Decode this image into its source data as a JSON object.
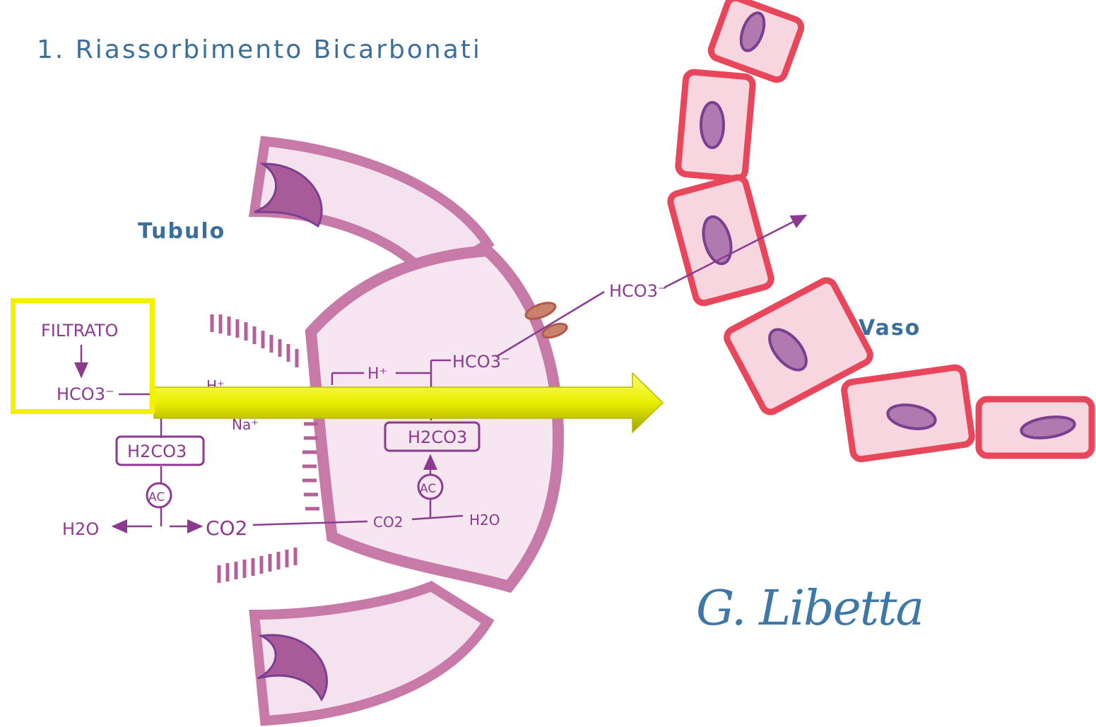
{
  "title": "1. Riassorbimento Bicarbonati",
  "labels": {
    "tubulo": "Tubulo",
    "vaso": "Vaso",
    "filtrato": "FILTRATO",
    "hco3_lumen": "HCO3⁻",
    "h2co3_lumen": "H2CO3",
    "ac_lumen": "AC",
    "h2o_lumen": "H2O",
    "co2_lumen": "CO2",
    "h_plus_lumen": "H⁺",
    "na_plus": "Na⁺",
    "h_plus_cell": "H⁺",
    "hco3_cell": "HCO3⁻",
    "h2co3_cell": "H2CO3",
    "ac_cell": "AC",
    "co2_cell": "CO2",
    "h2o_cell": "H2O",
    "hco3_blood": "HCO3⁻"
  },
  "signature": "G. Libetta",
  "colors": {
    "title_blue": "#3b6f9a",
    "cell_pink": "#c77aa8",
    "cell_fill": "#f6e6f0",
    "chem_purple": "#8b3a8f",
    "vessel_red": "#e8465a",
    "vessel_fill": "#f8d6e0",
    "nucleus": "#7a3f8f",
    "highlight_yellow": "#f5f000",
    "transporter_brown": "#b05a4a"
  }
}
